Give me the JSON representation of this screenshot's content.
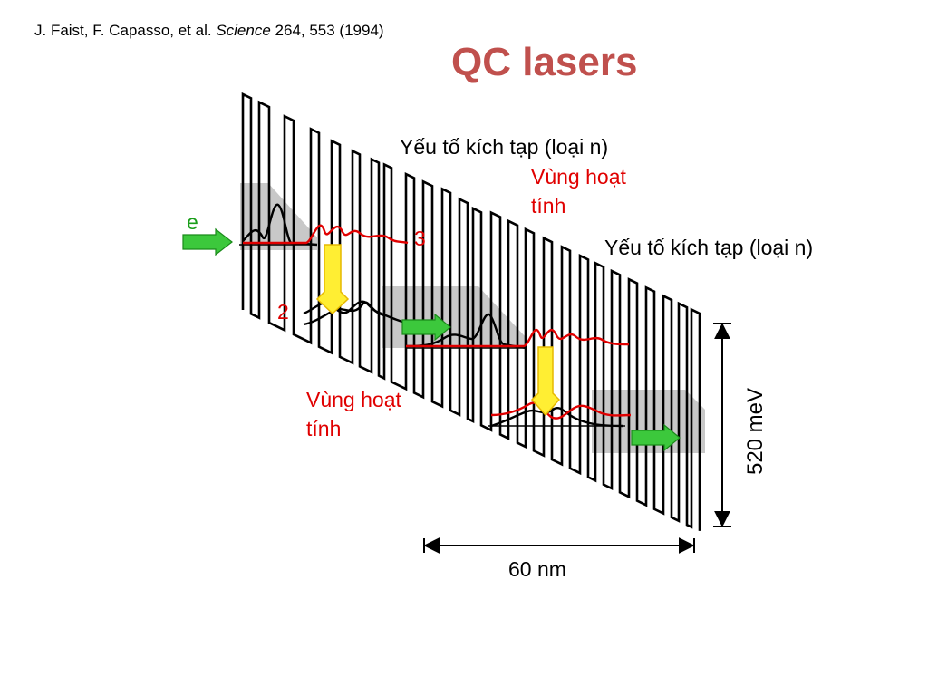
{
  "citation": {
    "authors": "J. Faist, F. Capasso, et al.",
    "journal": "Science",
    "details": "264, 553 (1994)"
  },
  "title": "QC lasers",
  "labels": {
    "doping_1": "Yếu tố kích tạp (loại n)",
    "doping_2": "Yếu tố kích tạp (loại n)",
    "active_1_line1": "Vùng hoạt",
    "active_1_line2": "tính",
    "active_2_line1": "Vùng hoạt",
    "active_2_line2": "tính",
    "electron": "e",
    "level_3": "3",
    "level_2": "2",
    "energy_scale": "520 meV",
    "length_scale": "60 nm"
  },
  "colors": {
    "title": "#c0504d",
    "annotation_red": "#e00000",
    "electron_arrow": "#3cc83c",
    "transition_arrow": "#ffee33",
    "doping_region": "#c8c8c8"
  }
}
